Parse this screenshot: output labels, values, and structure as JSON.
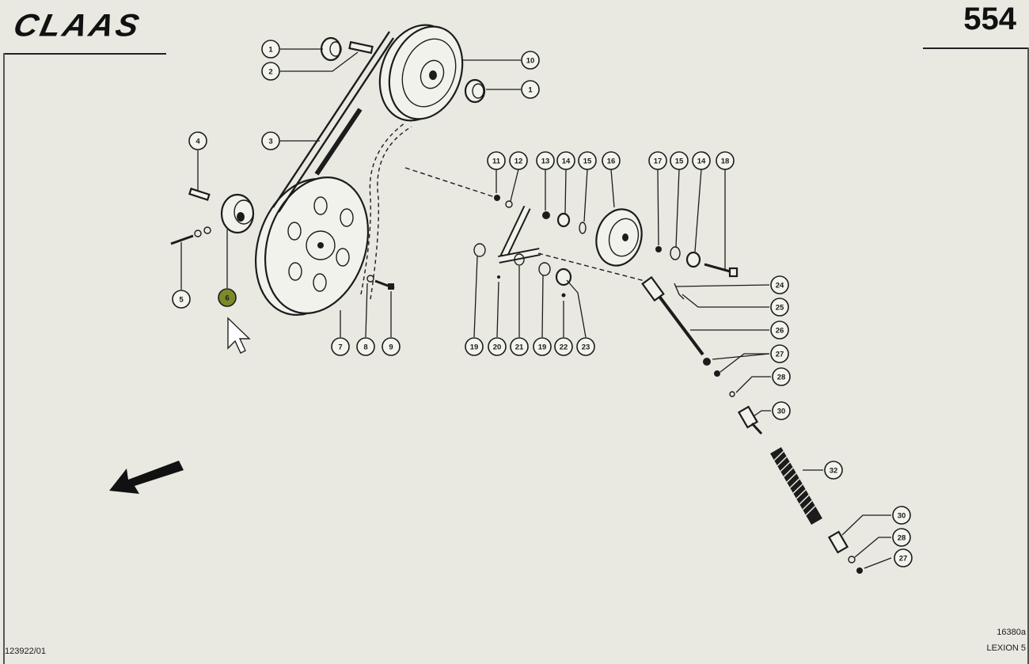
{
  "header": {
    "brand": "CLAAS",
    "page_number": "554"
  },
  "footer": {
    "drawing_id": "123922/01",
    "ref_code": "16380a",
    "model": "LEXION 5"
  },
  "selected_callout": "6",
  "colors": {
    "paper": "#e9e9e2",
    "ink": "#1c1c1c",
    "highlight": "#7c8a2a"
  },
  "callouts": [
    {
      "num": "1"
    },
    {
      "num": "2"
    },
    {
      "num": "10"
    },
    {
      "num": "1"
    },
    {
      "num": "3"
    },
    {
      "num": "4"
    },
    {
      "num": "5"
    },
    {
      "num": "6"
    },
    {
      "num": "7"
    },
    {
      "num": "8"
    },
    {
      "num": "9"
    },
    {
      "num": "11"
    },
    {
      "num": "12"
    },
    {
      "num": "13"
    },
    {
      "num": "14"
    },
    {
      "num": "15"
    },
    {
      "num": "16"
    },
    {
      "num": "17"
    },
    {
      "num": "15"
    },
    {
      "num": "14"
    },
    {
      "num": "18"
    },
    {
      "num": "19"
    },
    {
      "num": "20"
    },
    {
      "num": "21"
    },
    {
      "num": "19"
    },
    {
      "num": "22"
    },
    {
      "num": "23"
    },
    {
      "num": "24"
    },
    {
      "num": "25"
    },
    {
      "num": "26"
    },
    {
      "num": "27"
    },
    {
      "num": "28"
    },
    {
      "num": "30"
    },
    {
      "num": "32"
    },
    {
      "num": "30"
    },
    {
      "num": "28"
    },
    {
      "num": "27"
    }
  ]
}
